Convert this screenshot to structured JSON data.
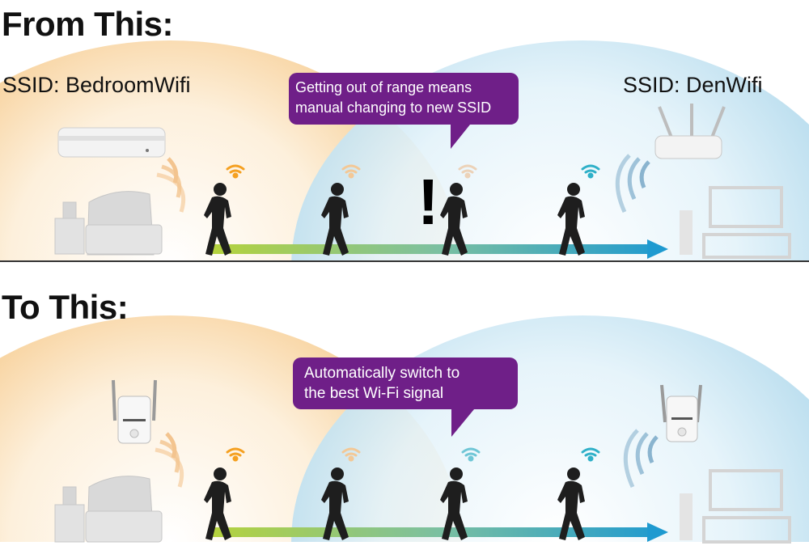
{
  "top_panel": {
    "heading": "From This:",
    "ssid_left": "SSID: BedroomWifi",
    "ssid_right": "SSID: DenWifi",
    "callout_lines": [
      "Getting out of range means",
      "manual changing to new SSID"
    ],
    "alert_mark": "!",
    "left_device": "router-icon",
    "right_device": "antenna-router-icon"
  },
  "bottom_panel": {
    "heading": "To This:",
    "callout_lines": [
      "Automatically switch to",
      "the best Wi-Fi signal"
    ],
    "left_device": "range-extender-icon",
    "right_device": "range-extender-icon"
  },
  "colors": {
    "left_zone": "#f6c98a",
    "right_zone": "#a9d5ea",
    "callout": "#6f1f88",
    "signal_orange": "#f5a020",
    "signal_blue": "#2fb0c8",
    "path_green": "#a8cc40",
    "path_blue": "#1f9ad0"
  }
}
